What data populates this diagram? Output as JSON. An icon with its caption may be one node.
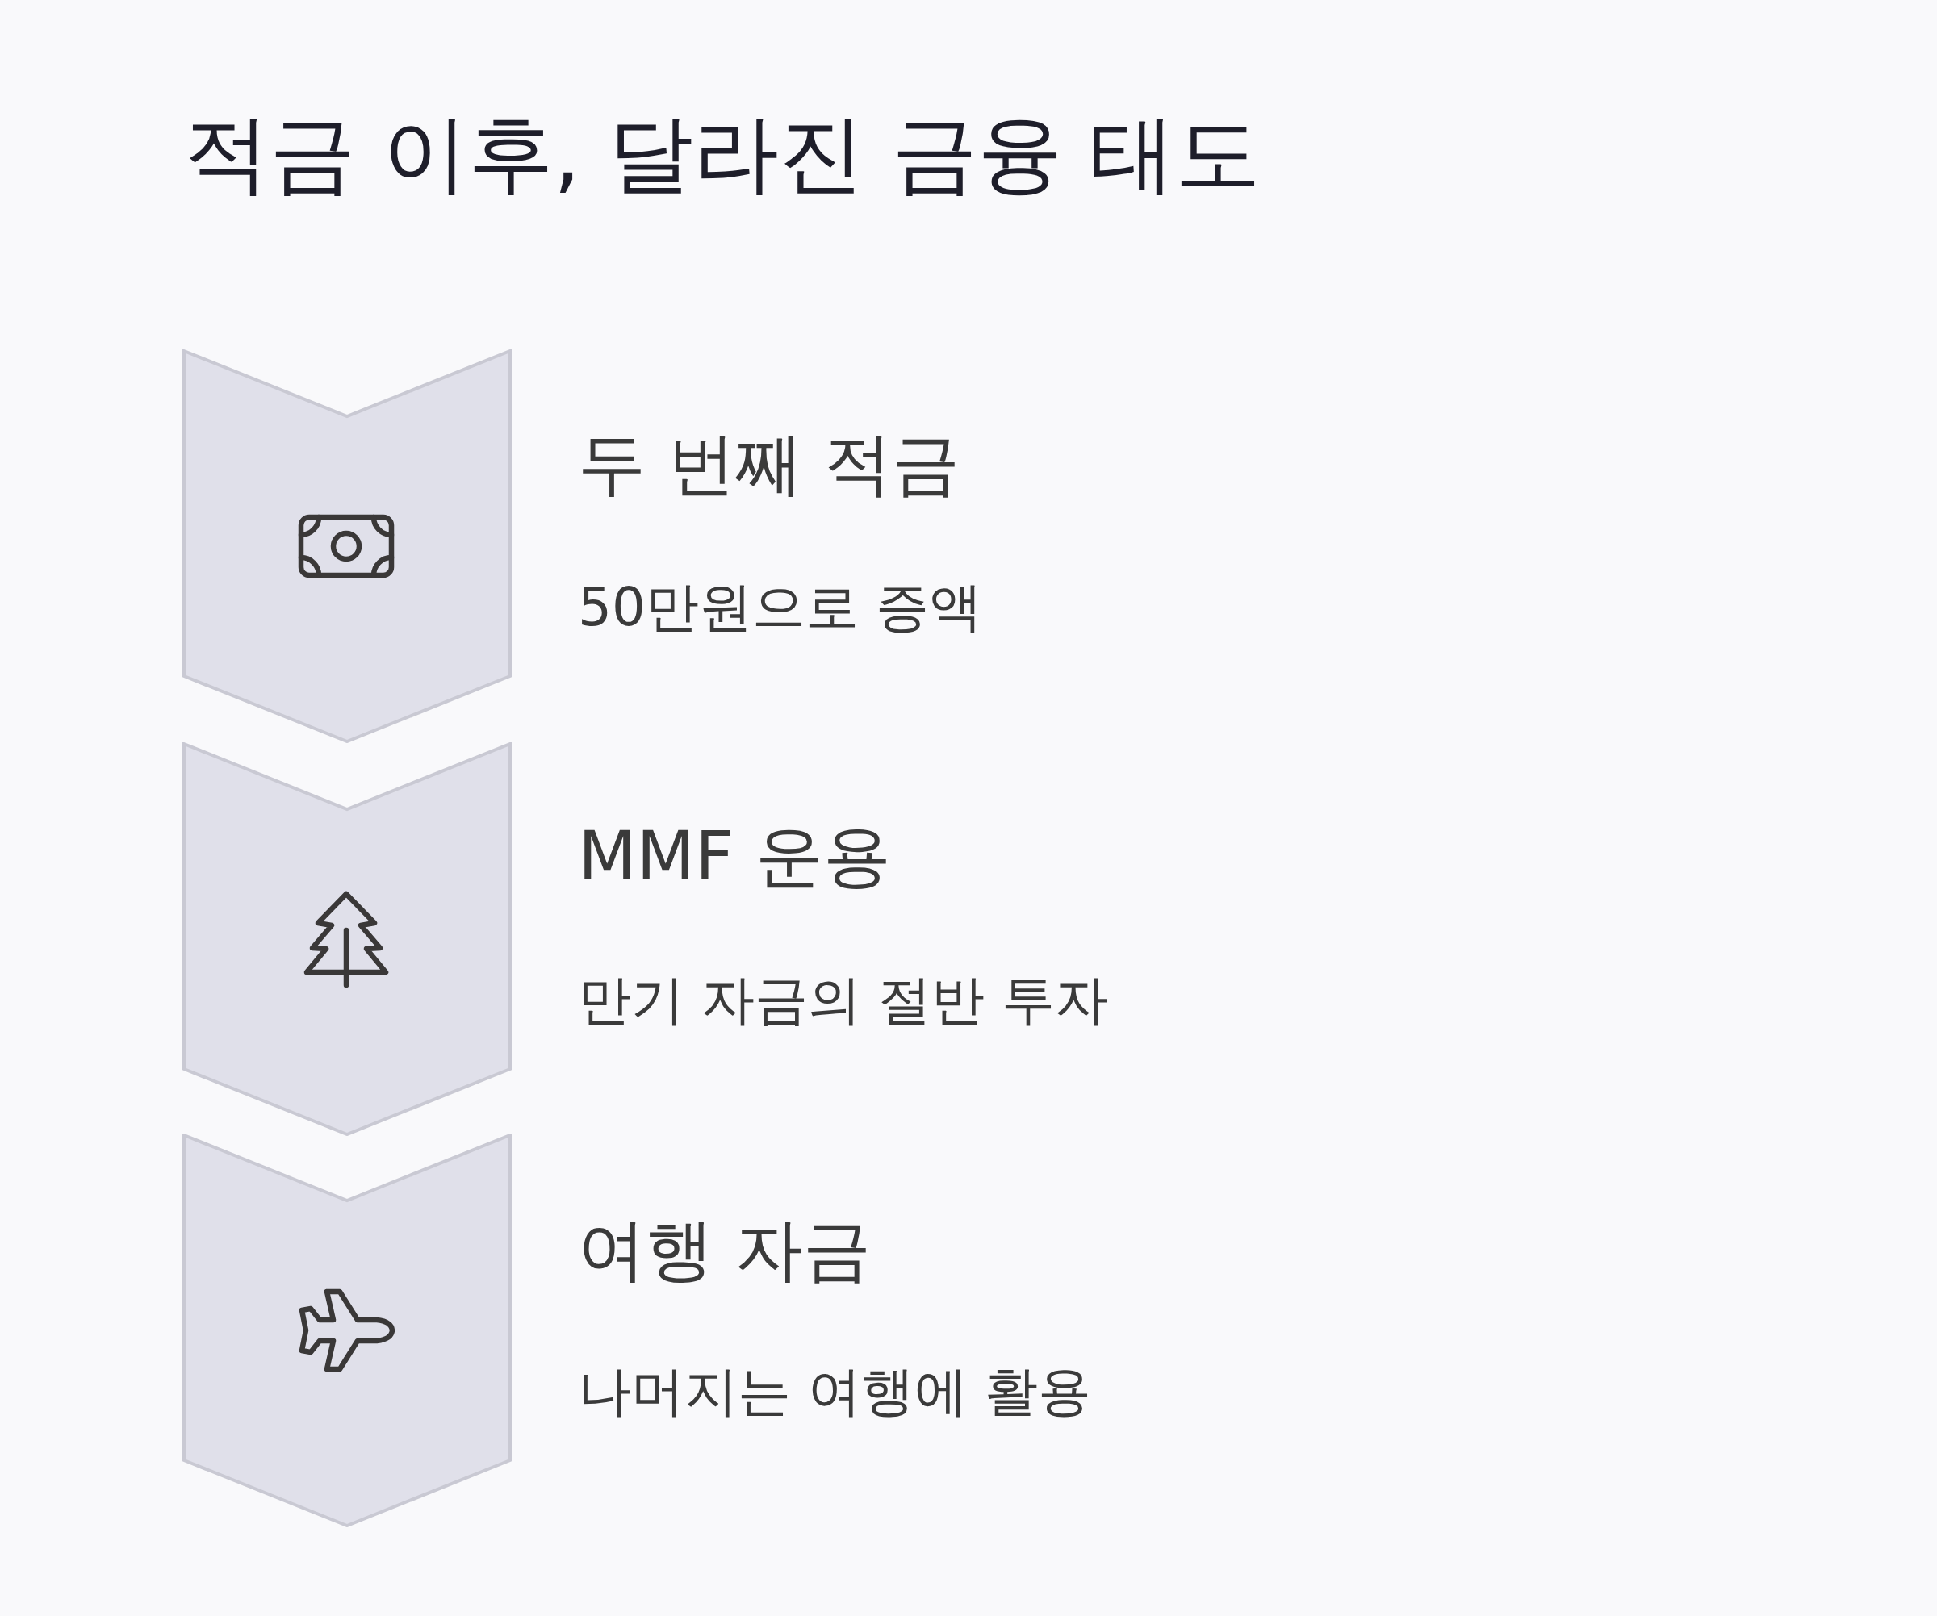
{
  "diagram": {
    "title": "적금 이후, 달라진 금융 태도",
    "nodes": [
      {
        "text": [],
        "shape": "chevron",
        "beside": [
          "두 번째 적금",
          "50만원으로 증액"
        ]
      },
      {
        "text": [],
        "shape": "chevron",
        "beside": [
          "MMF 운용",
          "만기 자금의 절반 투자"
        ]
      },
      {
        "text": [],
        "shape": "chevron",
        "beside": [
          "여행 자금",
          "나머지는 여행에 활용"
        ]
      }
    ]
  }
}
